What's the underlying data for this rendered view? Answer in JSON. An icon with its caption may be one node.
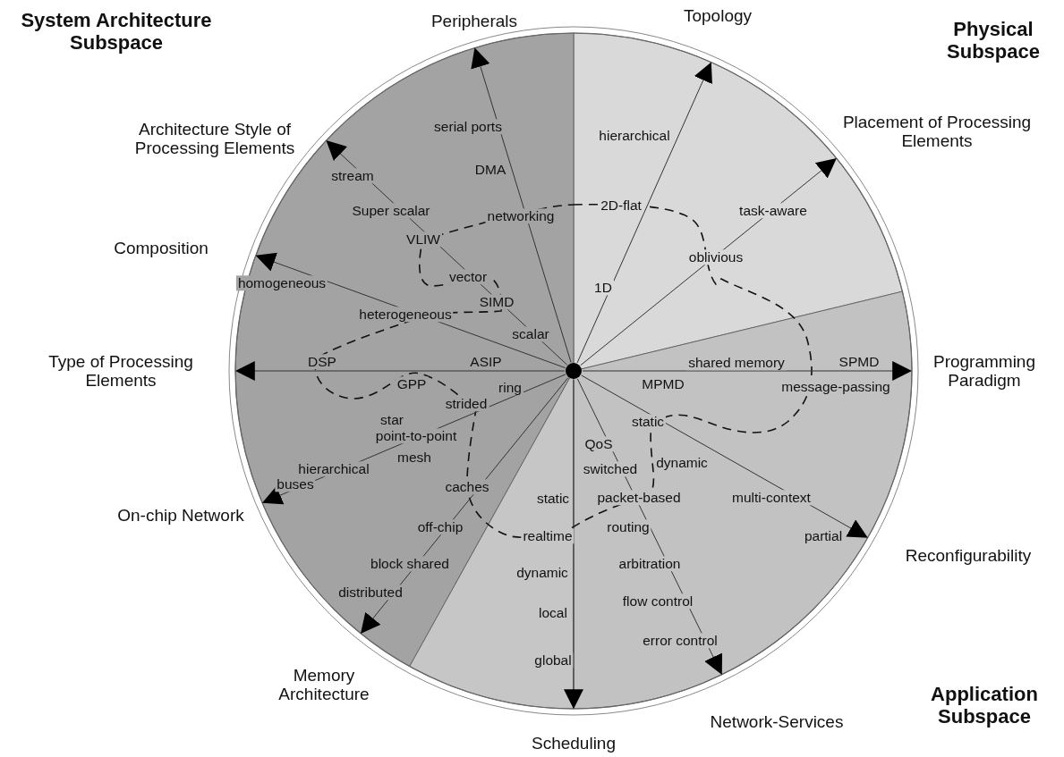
{
  "diagram": {
    "nodes": [
      {
        "text": [],
        "shape": "circle"
      },
      {
        "text": [
          "Peripherals"
        ]
      },
      {
        "text": [
          "Topology"
        ]
      },
      {
        "text": [
          "Placement of Processing Elements"
        ]
      },
      {
        "text": [
          "Architecture Style of Processing Elements"
        ]
      },
      {
        "text": [
          "Composition"
        ]
      },
      {
        "text": [
          "Type of Processing Elements"
        ]
      },
      {
        "text": [
          "Programming Paradigm"
        ]
      },
      {
        "text": [
          "Reconfigurability"
        ]
      },
      {
        "text": [
          "Network-Services"
        ]
      },
      {
        "text": [
          "Scheduling"
        ]
      },
      {
        "text": [
          "Memory Architecture"
        ]
      },
      {
        "text": [
          "On-chip Network"
        ]
      }
    ],
    "edges": [
      {
        "from": 0,
        "to": 1,
        "arrow": "to"
      },
      {
        "from": 0,
        "to": 2,
        "arrow": "to"
      },
      {
        "from": 0,
        "to": 3,
        "arrow": "to"
      },
      {
        "from": 0,
        "to": 4,
        "arrow": "to"
      },
      {
        "from": 0,
        "to": 5,
        "arrow": "to"
      },
      {
        "from": 0,
        "to": 6,
        "arrow": "to"
      },
      {
        "from": 0,
        "to": 7,
        "arrow": "to"
      },
      {
        "from": 0,
        "to": 8,
        "arrow": "to"
      },
      {
        "from": 0,
        "to": 9,
        "arrow": "to"
      },
      {
        "from": 0,
        "to": 10,
        "arrow": "to"
      },
      {
        "from": 0,
        "to": 11,
        "arrow": "to"
      },
      {
        "from": 0,
        "to": 12,
        "arrow": "to"
      }
    ],
    "labels": [
      "System Architecture Subspace",
      "Physical Subspace",
      "serial ports",
      "DMA",
      "networking",
      "hierarchical",
      "2D-flat",
      "1D",
      "task-aware",
      "oblivious",
      "stream",
      "Super scalar",
      "VLIW",
      "vector",
      "SIMD",
      "scalar",
      "homogeneous",
      "heterogeneous",
      "DSP",
      "ASIP",
      "GPP",
      "shared memory",
      "SPMD",
      "MPMD",
      "message-passing",
      "ring",
      "strided",
      "star",
      "point-to-point",
      "mesh",
      "hierarchical",
      "buses",
      "caches",
      "off-chip",
      "block shared",
      "distributed",
      "static",
      "dynamic",
      "multi-context",
      "partial",
      "QoS",
      "switched",
      "packet-based",
      "static",
      "realtime",
      "routing",
      "dynamic",
      "arbitration",
      "local",
      "flow control",
      "error control",
      "global",
      "Application Subspace"
    ]
  }
}
